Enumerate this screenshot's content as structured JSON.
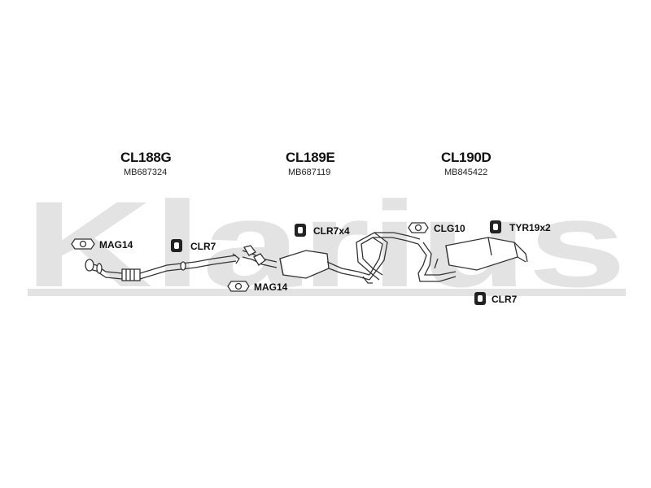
{
  "watermark": {
    "text": "Klarius",
    "color": "#e2e2e2"
  },
  "sections": [
    {
      "code": "CL188G",
      "ref": "MB687324"
    },
    {
      "code": "CL189E",
      "ref": "MB687119"
    },
    {
      "code": "CL190D",
      "ref": "MB845422"
    }
  ],
  "accessories": [
    {
      "label": "MAG14",
      "icon": "gasket-icon"
    },
    {
      "label": "CLR7",
      "icon": "rubber-hanger-icon"
    },
    {
      "label": "MAG14",
      "icon": "gasket-icon"
    },
    {
      "label": "CLR7x4",
      "icon": "rubber-hanger-icon"
    },
    {
      "label": "CLG10",
      "icon": "gasket-icon"
    },
    {
      "label": "TYR19x2",
      "icon": "rubber-hanger-icon"
    },
    {
      "label": "CLR7",
      "icon": "rubber-hanger-icon"
    }
  ],
  "colors": {
    "line": "#333333",
    "text": "#111111"
  }
}
